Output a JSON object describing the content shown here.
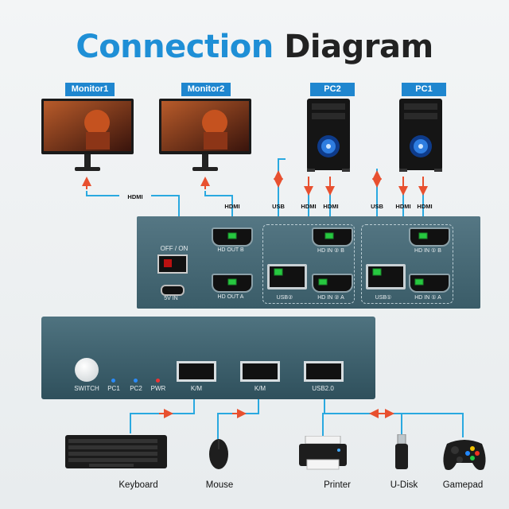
{
  "title": {
    "part1": "Connection",
    "part2": "Diagram"
  },
  "monitors": [
    {
      "label": "Monitor1"
    },
    {
      "label": "Monitor2"
    }
  ],
  "pcs": [
    {
      "label": "PC2"
    },
    {
      "label": "PC1"
    }
  ],
  "cable_labels": {
    "hdmi_monitor": "HDMI",
    "hdmi_monitor2": "HDMI",
    "pc2_usb": "USB",
    "pc2_hdmi1": "HDMI",
    "pc2_hdmi2": "HDMI",
    "pc1_usb": "USB",
    "pc1_hdmi1": "HDMI",
    "pc1_hdmi2": "HDMI"
  },
  "back_panel": {
    "switch_label": "OFF / ON",
    "power_label": "5V IN",
    "hd_out_b": "HD OUT B",
    "hd_out_a": "HD OUT A",
    "usb2": "USB②",
    "hd_in_2b": "HD IN ② B",
    "hd_in_2a": "HD IN ② A",
    "usb1": "USB①",
    "hd_in_1b": "HD IN ① B",
    "hd_in_1a": "HD IN ① A"
  },
  "front_panel": {
    "switch": "SWITCH",
    "pc1": "PC1",
    "pc2": "PC2",
    "pwr": "PWR",
    "km1": "K/M",
    "km2": "K/M",
    "usb20": "USB2.0"
  },
  "devices": [
    {
      "label": "Keyboard"
    },
    {
      "label": "Mouse"
    },
    {
      "label": "Printer"
    },
    {
      "label": "U-Disk"
    },
    {
      "label": "Gamepad"
    }
  ],
  "colors": {
    "accent": "#1f8fd6",
    "panel": "#3d5f6b",
    "cable": "#2aa9e0",
    "arrow": "#e8502f",
    "led_green": "#27c840"
  }
}
